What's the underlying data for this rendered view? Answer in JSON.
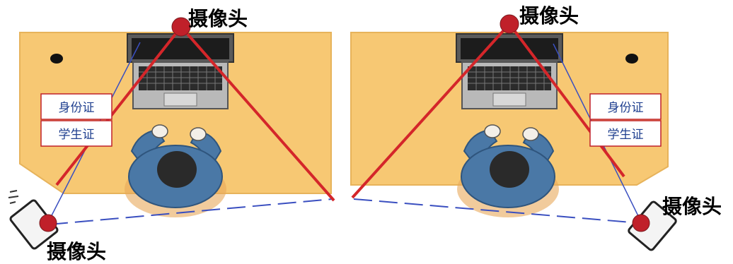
{
  "labels": {
    "camera_top_left": "摄像头",
    "camera_top_right": "摄像头",
    "camera_bottom_left": "摄像头",
    "camera_side_right": "摄像头"
  },
  "documents": {
    "left_id_card": "身份证",
    "left_student_card": "学生证",
    "right_id_card": "身份证",
    "right_student_card": "学生证"
  },
  "colors": {
    "desk": "#f7c873",
    "desk_edge": "#e7b35b",
    "camera_dot": "#c0202a",
    "red_line": "#d4262a",
    "blue_line": "#3a4fc0",
    "person_shirt": "#4a78a6",
    "skin": "#f3efe8",
    "hair": "#2a2a2a",
    "doc_border": "#c0202a",
    "doc_text": "#1f3f8f"
  }
}
